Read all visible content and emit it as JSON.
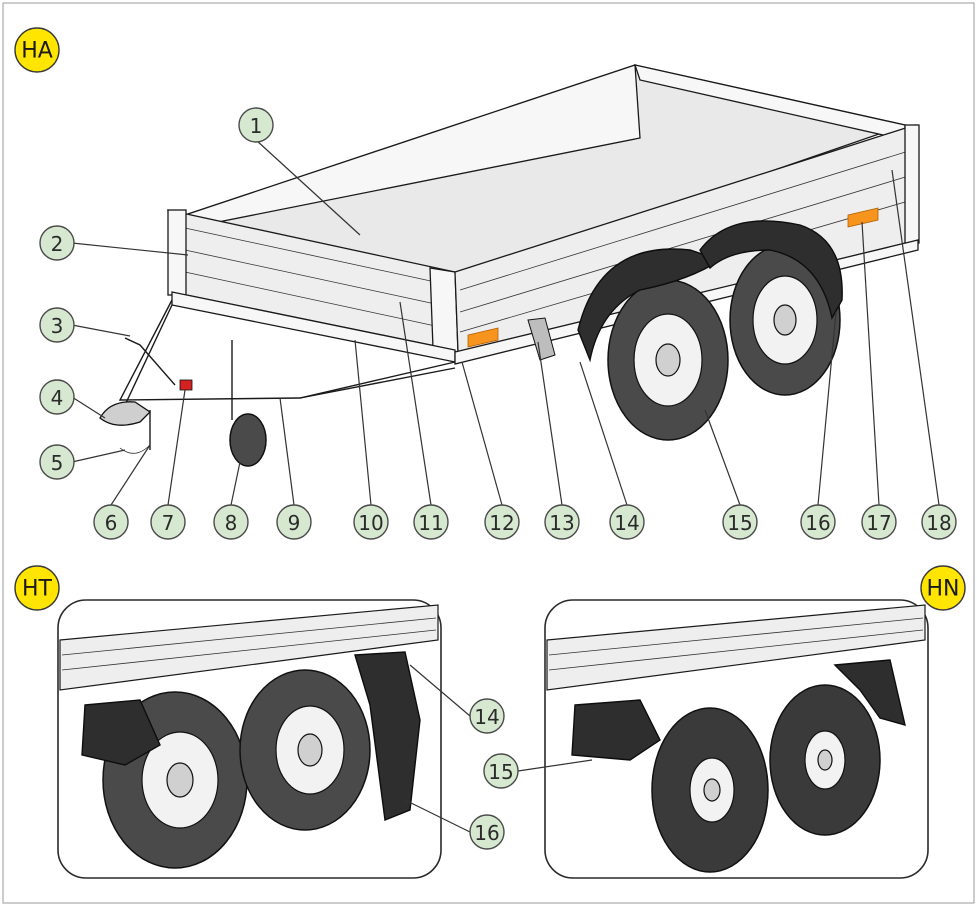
{
  "views": {
    "main": {
      "badge": "HA"
    },
    "detail_left": {
      "badge": "HT"
    },
    "detail_right": {
      "badge": "HN"
    }
  },
  "callouts": {
    "main": [
      "1",
      "2",
      "3",
      "4",
      "5",
      "6",
      "7",
      "8",
      "9",
      "10",
      "11",
      "12",
      "13",
      "14",
      "15",
      "16",
      "17",
      "18"
    ],
    "detail_left": [
      "14",
      "16"
    ],
    "detail_right": [
      "15"
    ]
  },
  "colors": {
    "label_fill": "#d6e8d0",
    "badge_fill": "#ffe500",
    "reflector": "#f7941d",
    "tire": "#4a4a4a"
  }
}
